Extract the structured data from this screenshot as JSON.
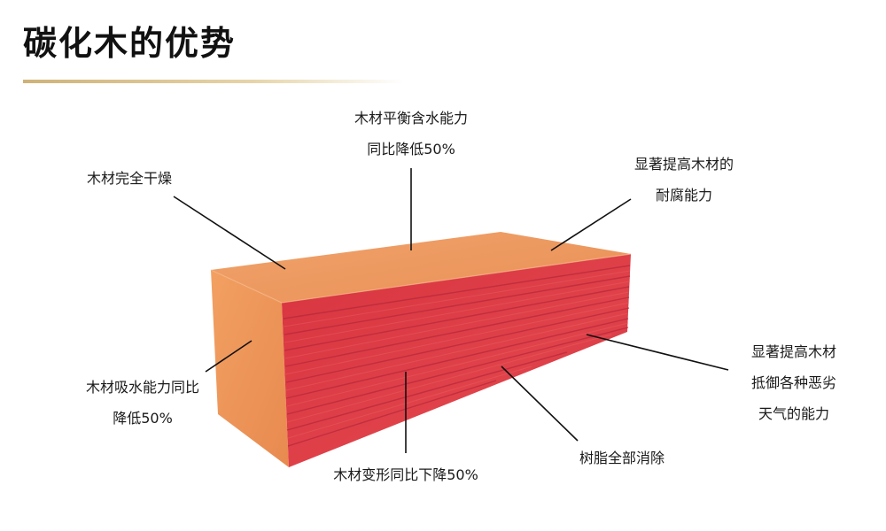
{
  "title": "碳化木的优势",
  "colors": {
    "accent_underline": "#cfb278",
    "wood_top": "#ea9a60",
    "wood_side": "#d9394a",
    "wood_end": "#ee9a5c"
  },
  "labels": {
    "moisture_balance": [
      "木材平衡含水能力",
      "同比降低50%"
    ],
    "fully_dried": [
      "木材完全干燥"
    ],
    "rot_resistance": [
      "显著提高木材的",
      "耐腐能力"
    ],
    "water_absorption": [
      "木材吸水能力同比",
      "降低50%"
    ],
    "deformation": [
      "木材变形同比下降50%"
    ],
    "resin_removed": [
      "树脂全部消除"
    ],
    "weather_resistance": [
      "显著提高木材",
      "抵御各种恶劣",
      "天气的能力"
    ]
  }
}
